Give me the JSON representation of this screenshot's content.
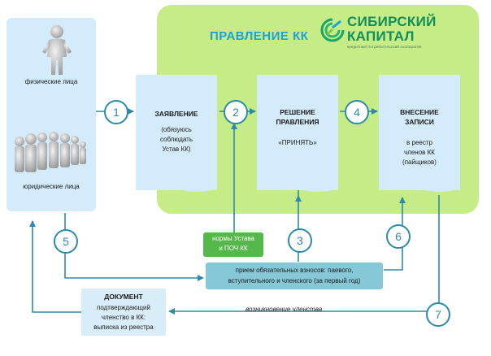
{
  "panel": {
    "title": "ПРАВЛЕНИЕ КК"
  },
  "logo": {
    "line1": "СИБИРСКИЙ",
    "line2": "КАПИТАЛ",
    "subtitle": "кредитный потребительский кооператив"
  },
  "members": {
    "individuals": "физические лица",
    "legal": "юридические лица"
  },
  "steps": [
    "1",
    "2",
    "3",
    "4",
    "5",
    "6",
    "7"
  ],
  "doc_application": {
    "title": "ЗАЯВЛЕНИЕ",
    "lines": [
      "(обязуюсь",
      "соблюдать",
      "Устав КК)"
    ]
  },
  "doc_decision": {
    "title_line1": "РЕШЕНИЕ",
    "title_line2": "ПРАВЛЕНИЯ",
    "text": "«ПРИНЯТЬ»"
  },
  "doc_record": {
    "title_line1": "ВНЕСЕНИЕ",
    "title_line2": "ЗАПИСИ",
    "lines": [
      "в реестр",
      "членов КК",
      "(пайщиков)"
    ]
  },
  "norms_box": {
    "line1": "нормы Устава",
    "line2": "и ПОЧ КК"
  },
  "fees_box": {
    "line1": "прием обязательных взносов: паевого,",
    "line2": "вступительного и членского (за первый год)"
  },
  "document_box": {
    "title": "ДОКУМЕНТ",
    "lines": [
      "подтверждающий",
      "членство в КК:",
      "выписка из реестра"
    ]
  },
  "membership_label": "возникновение членства",
  "colors": {
    "green_panel": "#c6ec87",
    "blue_panel": "#d3ebfb",
    "accent_blue": "#1e9fd8",
    "circle": "#2d8aa9",
    "green_box": "#55b84a",
    "teal_box": "#86c7d8"
  }
}
